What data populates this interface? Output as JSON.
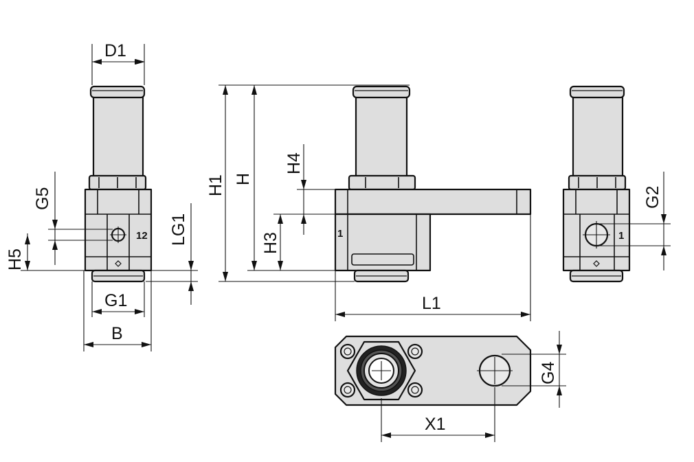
{
  "drawing": {
    "dimensions": {
      "d1": "D1",
      "h1": "H1",
      "h": "H",
      "h4": "H4",
      "h3": "H3",
      "g5": "G5",
      "lg1": "LG1",
      "h5": "H5",
      "g1": "G1",
      "b": "B",
      "l1": "L1",
      "g2": "G2",
      "g4": "G4",
      "x1": "X1"
    },
    "ports": {
      "left_view_port": "12",
      "front_view_port": "1",
      "right_view_port": "1"
    }
  }
}
